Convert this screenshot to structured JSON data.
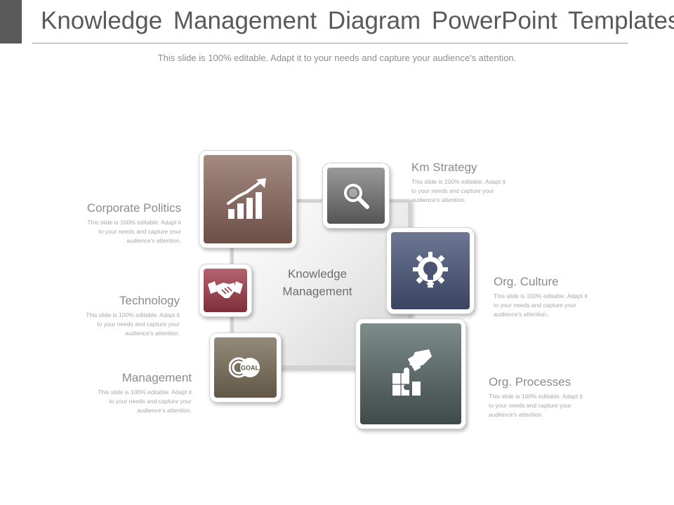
{
  "header": {
    "title": "Knowledge Management Diagram PowerPoint Templates",
    "subtitle": "This slide is 100% editable. Adapt it to your needs and capture your audience's attention."
  },
  "center": {
    "line1": "Knowledge",
    "line2": "Management"
  },
  "tiles": [
    {
      "key": "growth",
      "icon": "bar-growth-chart-icon",
      "color_top": "#a48a82",
      "color_bottom": "#6d4f46"
    },
    {
      "key": "search",
      "icon": "magnifier-icon",
      "color_top": "#9a9a9a",
      "color_bottom": "#555555"
    },
    {
      "key": "idea",
      "icon": "gear-lightbulb-icon",
      "color_top": "#6c7794",
      "color_bottom": "#3a4461"
    },
    {
      "key": "handshake",
      "icon": "handshake-icon",
      "color_top": "#b4626e",
      "color_bottom": "#7e2f3a"
    },
    {
      "key": "goal",
      "icon": "goal-target-icon",
      "color_top": "#948a79",
      "color_bottom": "#615746"
    },
    {
      "key": "puzzle",
      "icon": "hand-puzzle-icon",
      "color_top": "#7e8c8c",
      "color_bottom": "#3f4a4a"
    }
  ],
  "labels": {
    "desc_line1": "This slide is 100% editable.  Adapt it",
    "desc_line2": "to your needs and capture your",
    "desc_line3": "audience's attention.",
    "km_strategy": "Km Strategy",
    "corporate_politics": "Corporate Politics",
    "org_culture": "Org. Culture",
    "technology": "Technology",
    "management": "Management",
    "org_processes": "Org. Processes"
  },
  "icon_text": {
    "goal": "GOAL"
  }
}
